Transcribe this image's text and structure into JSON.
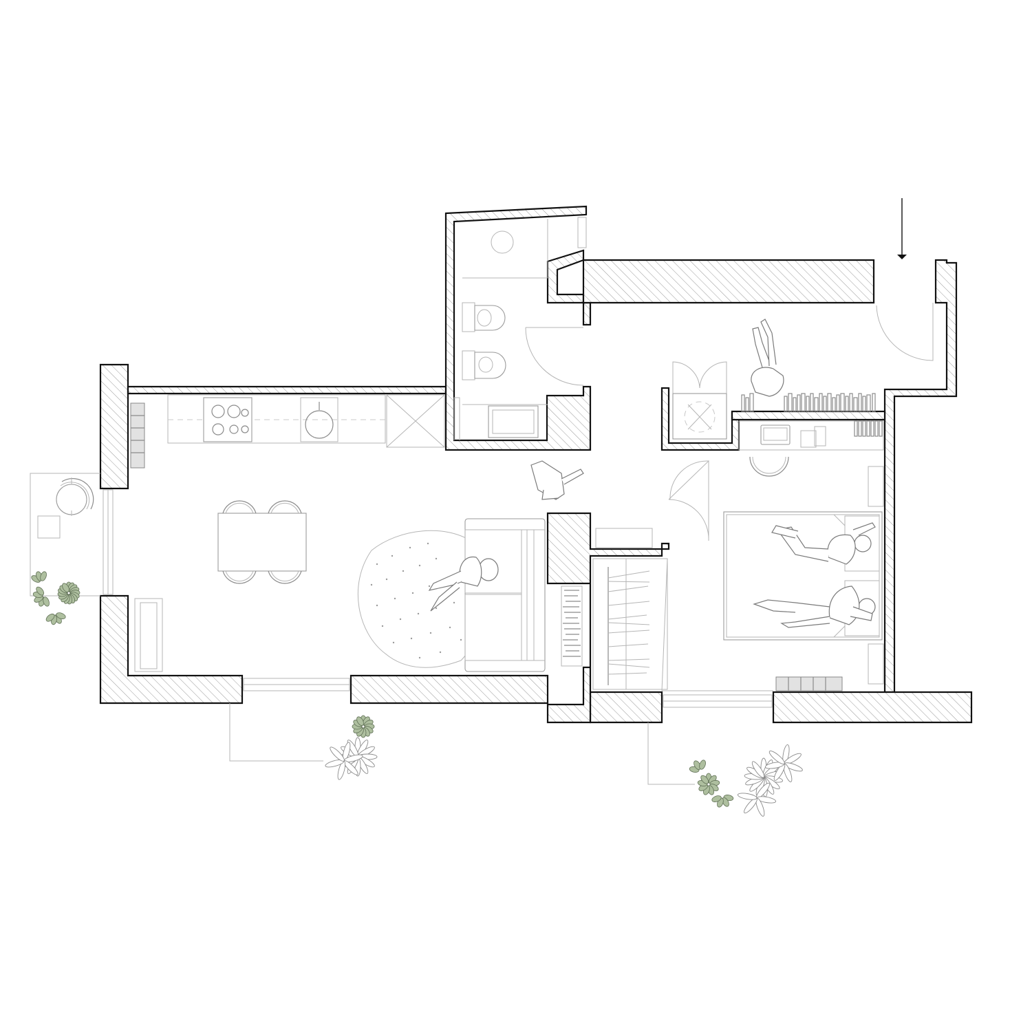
{
  "drawing": {
    "type": "architectural floor plan",
    "style": "black and white line drawing with hatched walls and green-tinted plants"
  },
  "colors": {
    "wall_stroke": "#111111",
    "hatch": "#9a9a9a",
    "furniture": "#9a9a9a",
    "plant_green": "#aebf9f"
  },
  "rooms": [
    {
      "name": "kitchen-living"
    },
    {
      "name": "bathroom"
    },
    {
      "name": "entrance-hall"
    },
    {
      "name": "study"
    },
    {
      "name": "bedroom"
    },
    {
      "name": "walk-in-closet"
    }
  ],
  "icons": [
    "entry-arrow-icon",
    "person-icon",
    "plant-icon",
    "bed-icon",
    "sofa-icon",
    "table-icon"
  ]
}
